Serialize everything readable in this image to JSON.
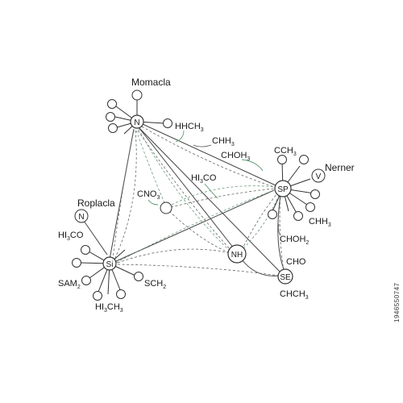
{
  "hubs": {
    "n": "N",
    "sp": "SP",
    "si": "Si",
    "nh": "NH",
    "se": "SE"
  },
  "titles": {
    "top": "Momacla",
    "left": "Roplacla",
    "right": "Nerner"
  },
  "small_node": {
    "n": "N",
    "v": "V"
  },
  "labels": {
    "hhch3": {
      "base": "HHCH",
      "sub": "3"
    },
    "chh3": {
      "base": "CHH",
      "sub": "3"
    },
    "choh3": {
      "base": "CHOH",
      "sub": "3"
    },
    "cch3": {
      "base": "CCH",
      "sub": "3"
    },
    "hi3co_mid": {
      "base": "HI",
      "sub": "3",
      "tail": "CO"
    },
    "cno3": {
      "base": "CNO",
      "sub": "3"
    },
    "chhh3": {
      "base": "CHH",
      "sub": "3"
    },
    "choh2": {
      "base": "CHOH",
      "sub": "2"
    },
    "cho": {
      "base": "CHO"
    },
    "chch3": {
      "base": "CHCH",
      "sub": "3"
    },
    "hi3co_left": {
      "base": "HI",
      "sub": "3",
      "tail": "CO"
    },
    "sam2": {
      "base": "SAM",
      "sub": "2"
    },
    "sch2": {
      "base": "SCH",
      "sub": "2"
    },
    "hi3ch3": {
      "base": "HI",
      "sub": "3",
      "tail": "CH",
      "sub2": "3"
    }
  },
  "stock_id": "1946550747",
  "colors": {
    "line": "#444444",
    "green_dash": "#6a9a7a",
    "gray_dash": "#666666"
  }
}
